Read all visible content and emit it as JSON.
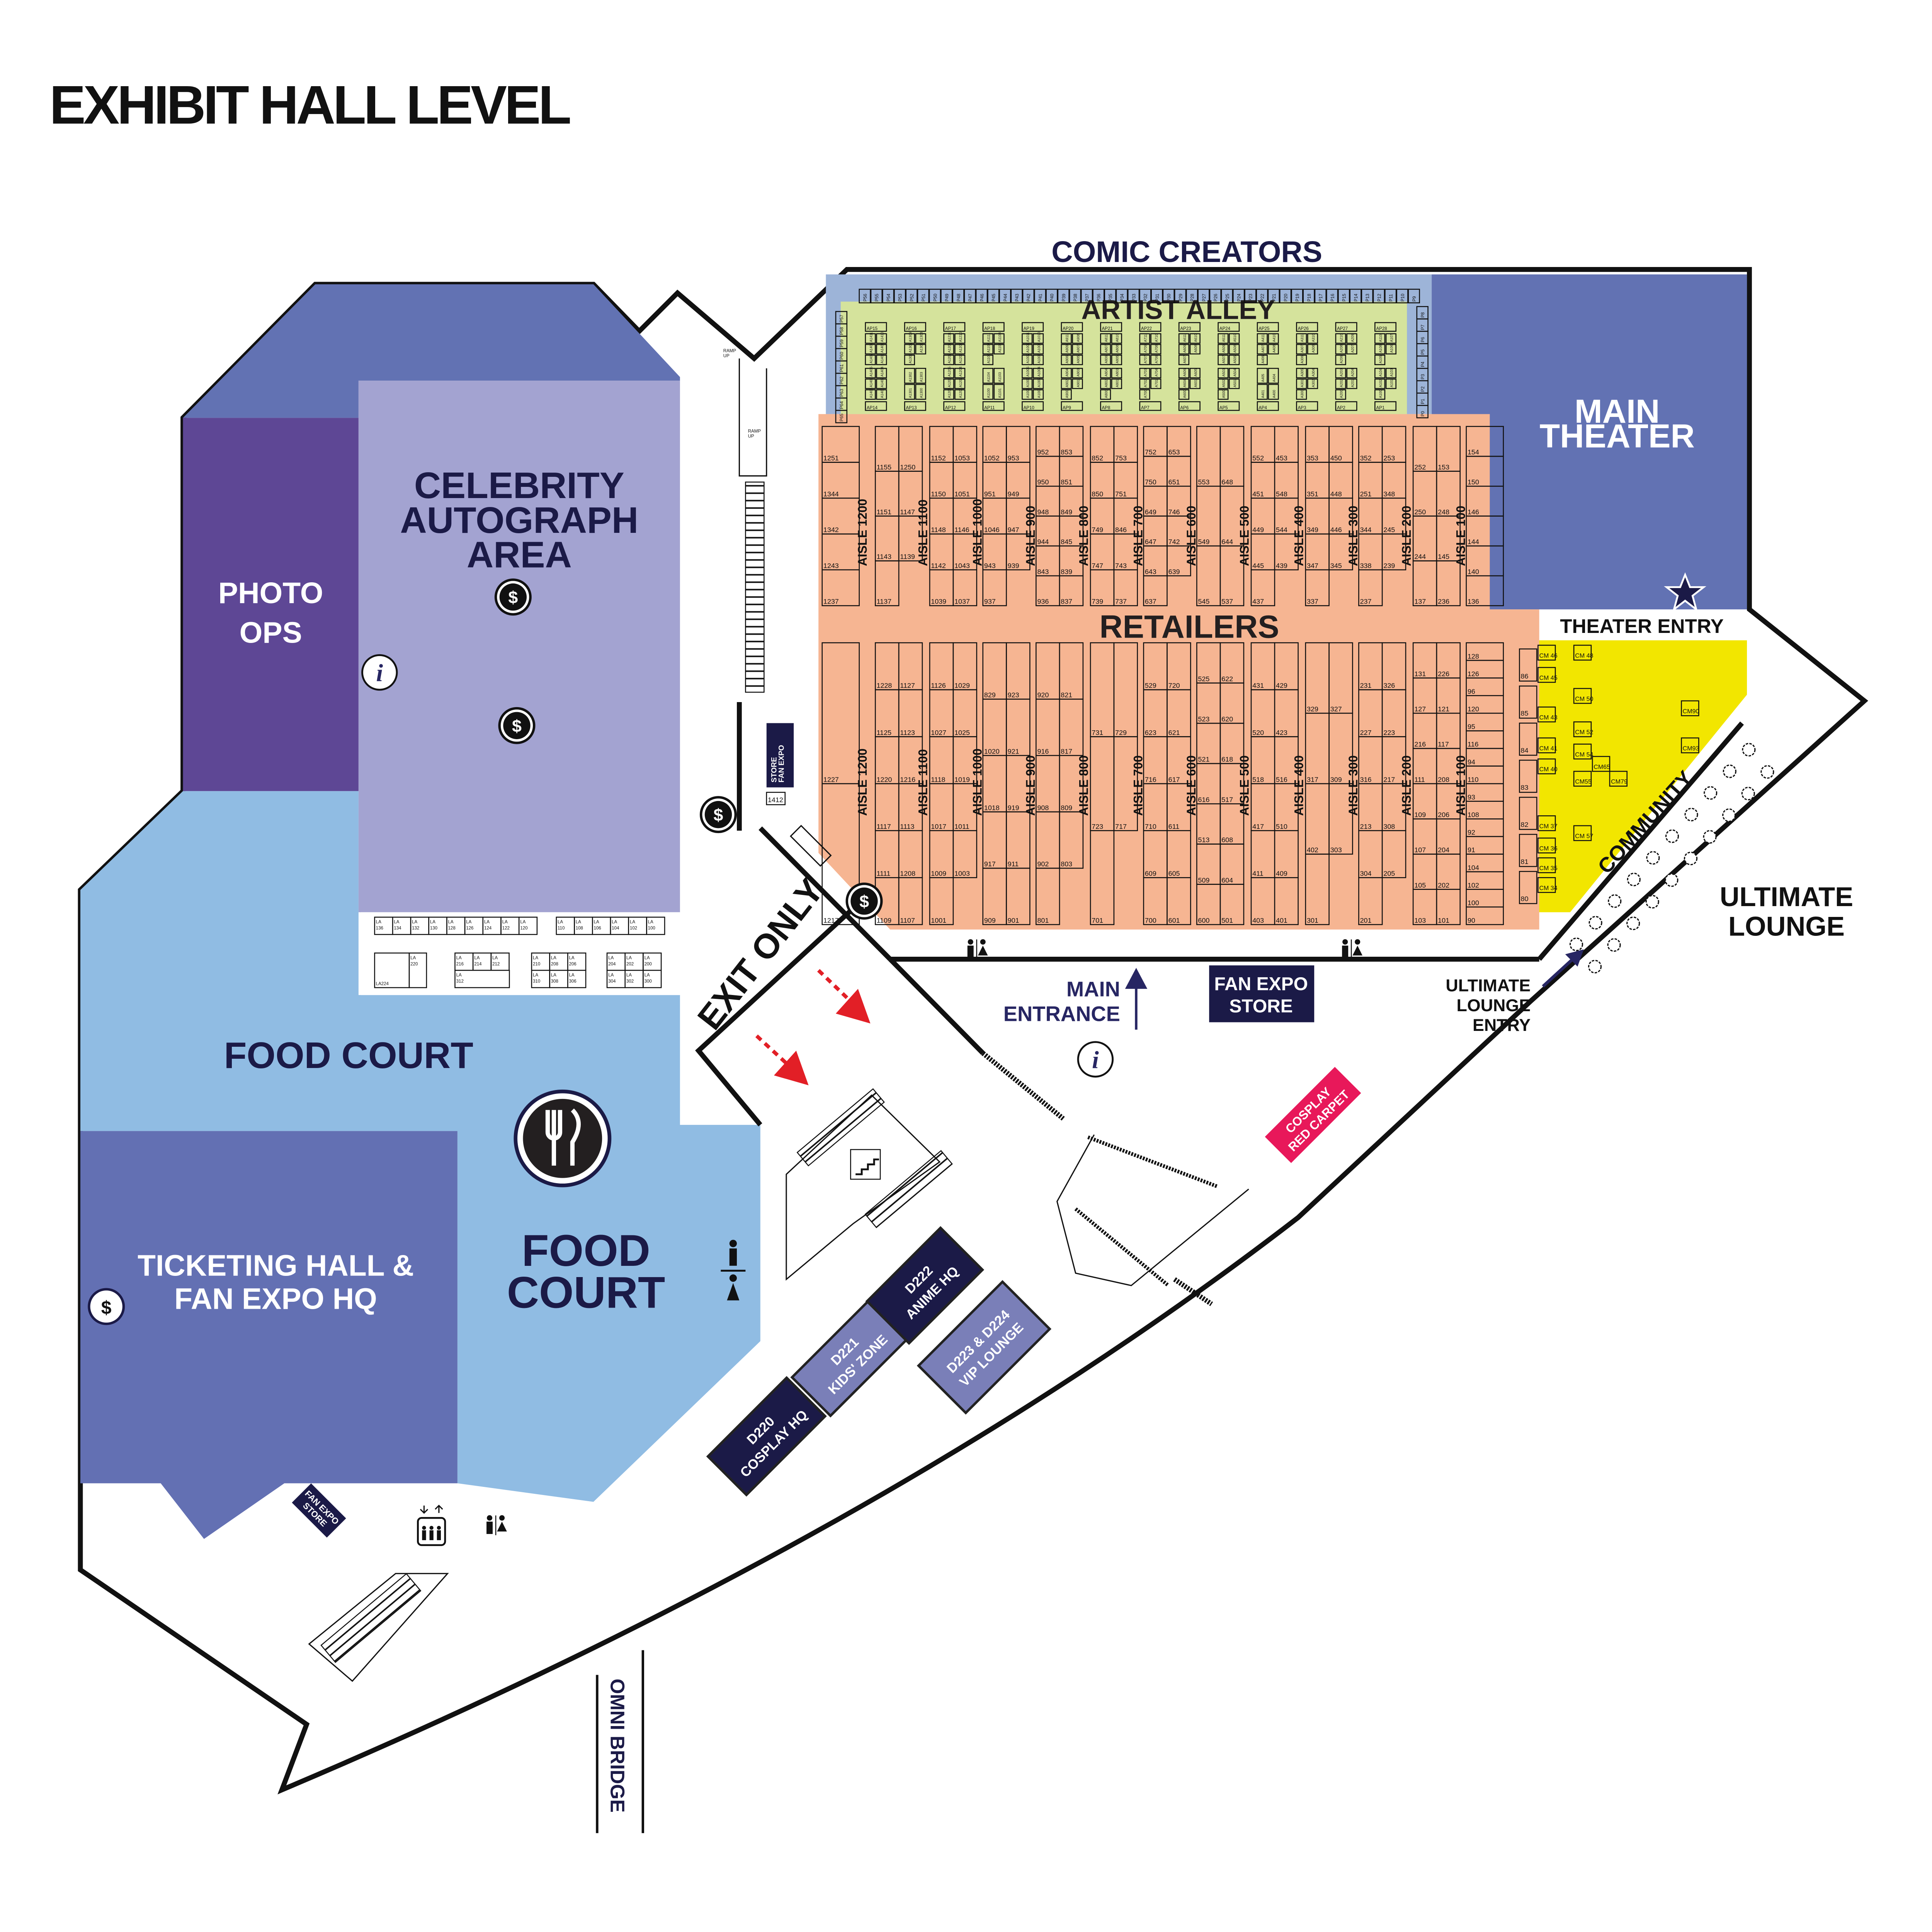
{
  "title": "EXHIBIT HALL LEVEL",
  "colors": {
    "navy": "#1b1a47",
    "celebrity": "#a3a3d1",
    "photo_ops": "#5e4795",
    "blue": "#6272b3",
    "food_court": "#90bce3",
    "retail": "#f6b592",
    "artist_green": "#d5e39c",
    "artist_blue": "#9db4d8",
    "community": "#f2e600",
    "red_carpet": "#e8185a",
    "d_light": "#7a7fb8"
  },
  "areas": {
    "comic_creators": "COMIC CREATORS",
    "artist_alley": "ARTIST ALLEY",
    "main_theater": [
      "MAIN",
      "THEATER"
    ],
    "theater_entry": "THEATER ENTRY",
    "retailers": "RETAILERS",
    "community": "COMMUNITY",
    "ultimate_lounge": [
      "ULTIMATE",
      "LOUNGE"
    ],
    "ultimate_lounge_entry": [
      "ULTIMATE",
      "LOUNGE",
      "ENTRY"
    ],
    "celebrity": [
      "CELEBRITY",
      "AUTOGRAPH",
      "AREA"
    ],
    "photo_ops": [
      "PHOTO",
      "OPS"
    ],
    "food_court_1": "FOOD COURT",
    "food_court_2": [
      "FOOD",
      "COURT"
    ],
    "ticketing": [
      "TICKETING HALL &",
      "FAN EXPO HQ"
    ],
    "exit_only": "EXIT ONLY",
    "main_entrance": [
      "MAIN",
      "ENTRANCE"
    ],
    "fan_expo_store": [
      "FAN EXPO",
      "STORE"
    ],
    "fan_expo_store_small": [
      "FAN EXPO",
      "STORE"
    ],
    "fan_expo_store_bottom": [
      "FAN EXPO",
      "STORE"
    ],
    "booth_1412": "1412",
    "ramp_up": [
      "RAMP",
      "UP"
    ],
    "cosplay_red_carpet": [
      "COSPLAY",
      "RED CARPET"
    ],
    "omni_bridge": "OMNI BRIDGE"
  },
  "rooms": [
    {
      "code": "D220",
      "name": "COSPLAY HQ"
    },
    {
      "code": "D221",
      "name": "KIDS' ZONE"
    },
    {
      "code": "D222",
      "name": "ANIME HQ"
    },
    {
      "code": "D223 & D224",
      "name": "VIP LOUNGE"
    }
  ],
  "aisles": [
    "AISLE 1200",
    "AISLE 1100",
    "AISLE 1000",
    "AISLE 900",
    "AISLE 800",
    "AISLE 700",
    "AISLE 600",
    "AISLE 500",
    "AISLE 400",
    "AISLE 300",
    "AISLE 200",
    "AISLE 100"
  ],
  "retail_columns": [
    {
      "top": [
        "1251",
        "1344",
        "1342",
        "1243",
        "1237"
      ],
      "bottom": [
        "1227",
        "1217"
      ]
    },
    {
      "top": [
        "1155",
        "1250",
        "1151",
        "1147",
        "1143",
        "1139",
        "1137"
      ],
      "bottom": [
        "1228",
        "1127",
        "1125",
        "1123",
        "1220",
        "1216",
        "1117",
        "1113",
        "1111",
        "1208",
        "1109",
        "1107"
      ]
    },
    {
      "top": [
        "1152",
        "1053",
        "1150",
        "1051",
        "1148",
        "1146",
        "1142",
        "1043",
        "1039",
        "1037"
      ],
      "bottom": [
        "1126",
        "1029",
        "1027",
        "1025",
        "1118",
        "1019",
        "1017",
        "1011",
        "1009",
        "1003",
        "1001"
      ]
    },
    {
      "top": [
        "1052",
        "953",
        "951",
        "949",
        "1046",
        "947",
        "943",
        "939",
        "937"
      ],
      "bottom": [
        "829",
        "923",
        "1020",
        "921",
        "1018",
        "919",
        "917",
        "911",
        "909",
        "901"
      ]
    },
    {
      "top": [
        "952",
        "853",
        "950",
        "851",
        "948",
        "849",
        "944",
        "845",
        "843",
        "839",
        "936",
        "837"
      ],
      "bottom": [
        "920",
        "821",
        "916",
        "817",
        "908",
        "809",
        "902",
        "803",
        "801"
      ]
    },
    {
      "top": [
        "852",
        "753",
        "850",
        "751",
        "749",
        "846",
        "747",
        "743",
        "739",
        "737"
      ],
      "bottom": [
        "731",
        "729",
        "723",
        "717",
        "701"
      ]
    },
    {
      "top": [
        "752",
        "653",
        "750",
        "651",
        "649",
        "746",
        "647",
        "742",
        "643",
        "639",
        "637"
      ],
      "bottom": [
        "529",
        "720",
        "623",
        "621",
        "716",
        "617",
        "710",
        "611",
        "609",
        "605",
        "700",
        "601"
      ]
    },
    {
      "top": [
        "553",
        "648",
        "549",
        "644",
        "545",
        "537"
      ],
      "bottom": [
        "525",
        "622",
        "523",
        "620",
        "521",
        "618",
        "616",
        "517",
        "513",
        "608",
        "509",
        "604",
        "600",
        "501"
      ]
    },
    {
      "top": [
        "552",
        "453",
        "451",
        "548",
        "449",
        "544",
        "445",
        "439",
        "437"
      ],
      "bottom": [
        "431",
        "429",
        "520",
        "423",
        "518",
        "516",
        "417",
        "510",
        "411",
        "409",
        "403",
        "401"
      ]
    },
    {
      "top": [
        "353",
        "450",
        "351",
        "448",
        "349",
        "446",
        "347",
        "345",
        "337"
      ],
      "bottom": [
        "329",
        "327",
        "317",
        "309",
        "402",
        "303",
        "301"
      ]
    },
    {
      "top": [
        "352",
        "253",
        "251",
        "348",
        "344",
        "245",
        "338",
        "239",
        "237"
      ],
      "bottom": [
        "231",
        "326",
        "227",
        "223",
        "316",
        "217",
        "213",
        "308",
        "304",
        "205",
        "201"
      ]
    },
    {
      "top": [
        "252",
        "153",
        "250",
        "248",
        "244",
        "145",
        "137",
        "236"
      ],
      "bottom": [
        "131",
        "226",
        "127",
        "121",
        "216",
        "117",
        "111",
        "208",
        "109",
        "206",
        "107",
        "204",
        "105",
        "202",
        "103",
        "101"
      ]
    },
    {
      "top": [
        "154",
        "150",
        "146",
        "144",
        "140",
        "136"
      ],
      "bottom": [
        "128",
        "126",
        "96",
        "120",
        "95",
        "116",
        "94",
        "110",
        "93",
        "108",
        "92",
        "91",
        "104",
        "102",
        "100",
        "90"
      ]
    }
  ],
  "community_edge_booths": [
    "86",
    "85",
    "84",
    "83",
    "82",
    "81",
    "80"
  ],
  "community_booths": [
    "CM 46",
    "CM 45",
    "CM 43",
    "CM 41",
    "CM 40",
    "CM 37",
    "CM 36",
    "CM 35",
    "CM 34",
    "CM 48",
    "CM 50",
    "CM 52",
    "CM 54",
    "CM65",
    "CM55",
    "CM79",
    "CM 57",
    "CM90",
    "CM93"
  ],
  "artist_alley": {
    "p_top": [
      "P56",
      "P55",
      "P54",
      "P53",
      "P52",
      "P51",
      "P50",
      "P49",
      "P48",
      "P47",
      "P46",
      "P45",
      "P44",
      "P43",
      "P42",
      "P41",
      "P40",
      "P39",
      "P38",
      "P37",
      "P36",
      "P35",
      "P34",
      "P33",
      "P32",
      "P31",
      "P30",
      "P29",
      "P28",
      "P27",
      "P26",
      "P25",
      "P24",
      "P23",
      "P22",
      "P21",
      "P20",
      "P19",
      "P18",
      "P17",
      "P16",
      "P15",
      "P14",
      "P13",
      "P12",
      "P11",
      "P10",
      "P9"
    ],
    "p_left": [
      "P57",
      "P58",
      "P59",
      "P60",
      "P61",
      "P62",
      "P63",
      "P64",
      "P65"
    ],
    "p_right": [
      "P8",
      "P7",
      "P6",
      "P5",
      "P4",
      "P3",
      "P2",
      "P1",
      "P0"
    ],
    "ap_top": [
      "AP15",
      "AP16",
      "AP17",
      "AP18",
      "AP19",
      "AP20",
      "AP21",
      "AP22",
      "AP23",
      "AP24",
      "AP25",
      "AP26",
      "AP27",
      "AP28"
    ],
    "ap_bottom": [
      "AP14",
      "AP13",
      "AP12",
      "AP11",
      "AP10",
      "AP9",
      "AP8",
      "AP7",
      "AP6",
      "AP5",
      "AP4",
      "AP3",
      "AP2",
      "AP1"
    ],
    "a_columns": [
      [
        "A1411",
        "A1410",
        "A1409",
        "A1408",
        "A1407",
        "A1406",
        "A1405",
        "A1404",
        "A1403",
        "A1402",
        "A1401",
        "A1400"
      ],
      [
        "A1309",
        "A1308",
        "A1307",
        "A1306",
        "A1305",
        "A1302",
        "A1303",
        "A1301",
        "A1300"
      ],
      [
        "A1211",
        "A1210",
        "A1209",
        "A1208",
        "A1207",
        "A1206",
        "A1205",
        "A1204",
        "A1203",
        "A1202",
        "A1201",
        "A1200"
      ],
      [
        "A1111",
        "A1108",
        "A1107",
        "A1106",
        "A1105",
        "A1104",
        "A1103",
        "A1100",
        "A1101"
      ],
      [
        "A1011",
        "A1010",
        "A1009",
        "A1008",
        "A1007",
        "A1006",
        "A1005",
        "A1004",
        "A1003",
        "A1002",
        "A1001",
        "A1000"
      ],
      [
        "A911",
        "A908",
        "A909",
        "A907",
        "A906",
        "A905",
        "A904",
        "A903",
        "A902",
        "A901",
        "A900"
      ],
      [
        "A811",
        "A810",
        "A807",
        "A808",
        "A806",
        "A805",
        "A804",
        "A803",
        "A802",
        "A801",
        "A800"
      ],
      [
        "A711",
        "A710",
        "A709",
        "A708",
        "A707",
        "A706",
        "A703",
        "A704",
        "A702",
        "A701",
        "A700"
      ],
      [
        "A611",
        "A610",
        "A609",
        "A608",
        "A607",
        "A606",
        "A605",
        "A604",
        "A601",
        "A600"
      ],
      [
        "A511",
        "A510",
        "A509",
        "A508",
        "A507",
        "A505",
        "A503",
        "A504",
        "A502",
        "A501",
        "A500"
      ],
      [
        "A411",
        "A410",
        "A407",
        "A408",
        "A406",
        "A405",
        "A404",
        "A401",
        "A400"
      ],
      [
        "A311",
        "A310",
        "A307",
        "A308",
        "A306",
        "A305",
        "A304",
        "A301",
        "A302",
        "A300"
      ],
      [
        "A210",
        "A209",
        "A208",
        "A207",
        "A206",
        "A203",
        "A204",
        "A202",
        "A201",
        "A200"
      ],
      [
        "A110",
        "A107",
        "A108",
        "A106",
        "A105",
        "A104",
        "A103",
        "A102",
        "A101",
        "A100"
      ]
    ]
  },
  "lounge_booths": {
    "row1": [
      "LA 136",
      "LA 134",
      "LA 132",
      "LA 130",
      "LA 128",
      "LA 126",
      "LA 124",
      "LA 122",
      "LA 120"
    ],
    "row1b": [
      "LA 110",
      "LA 108",
      "LA 106",
      "LA 104",
      "LA 102",
      "LA 100"
    ],
    "single": [
      "LA224",
      "LA 220"
    ],
    "group1": [
      "LA 216",
      "LA 214",
      "LA 212",
      "LA 312"
    ],
    "group2": [
      "LA 210",
      "LA 208",
      "LA 206",
      "LA 310",
      "LA 308",
      "LA 306"
    ],
    "group3": [
      "LA 204",
      "LA 202",
      "LA 200",
      "LA 304",
      "LA 302",
      "LA 300"
    ]
  },
  "icons": {
    "atm": "$",
    "info": "i"
  }
}
